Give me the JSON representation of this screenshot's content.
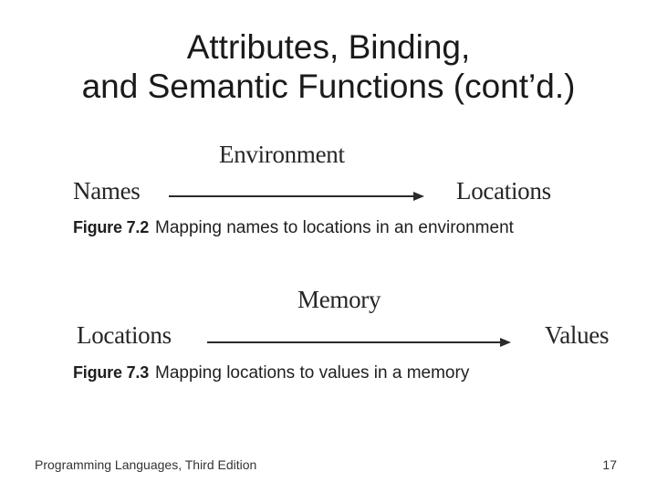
{
  "slide": {
    "title": {
      "line1": "Attributes, Binding,",
      "line2": "and Semantic Functions (cont’d.)"
    },
    "figures": [
      {
        "top_label": "Environment",
        "left_label": "Names",
        "right_label": "Locations",
        "caption_label": "Figure 7.2",
        "caption_text": "Mapping names to locations in an environment"
      },
      {
        "top_label": "Memory",
        "left_label": "Locations",
        "right_label": "Values",
        "caption_label": "Figure 7.3",
        "caption_text": "Mapping locations to values in a memory"
      }
    ],
    "footer": {
      "left_text": "Programming Languages, Third Edition",
      "page_number": "17"
    },
    "colors": {
      "title_text": "#1a1a1a",
      "figure_text": "#262626",
      "arrow": "#2b2b2b",
      "footer_text": "#333333",
      "background": "#ffffff"
    }
  }
}
